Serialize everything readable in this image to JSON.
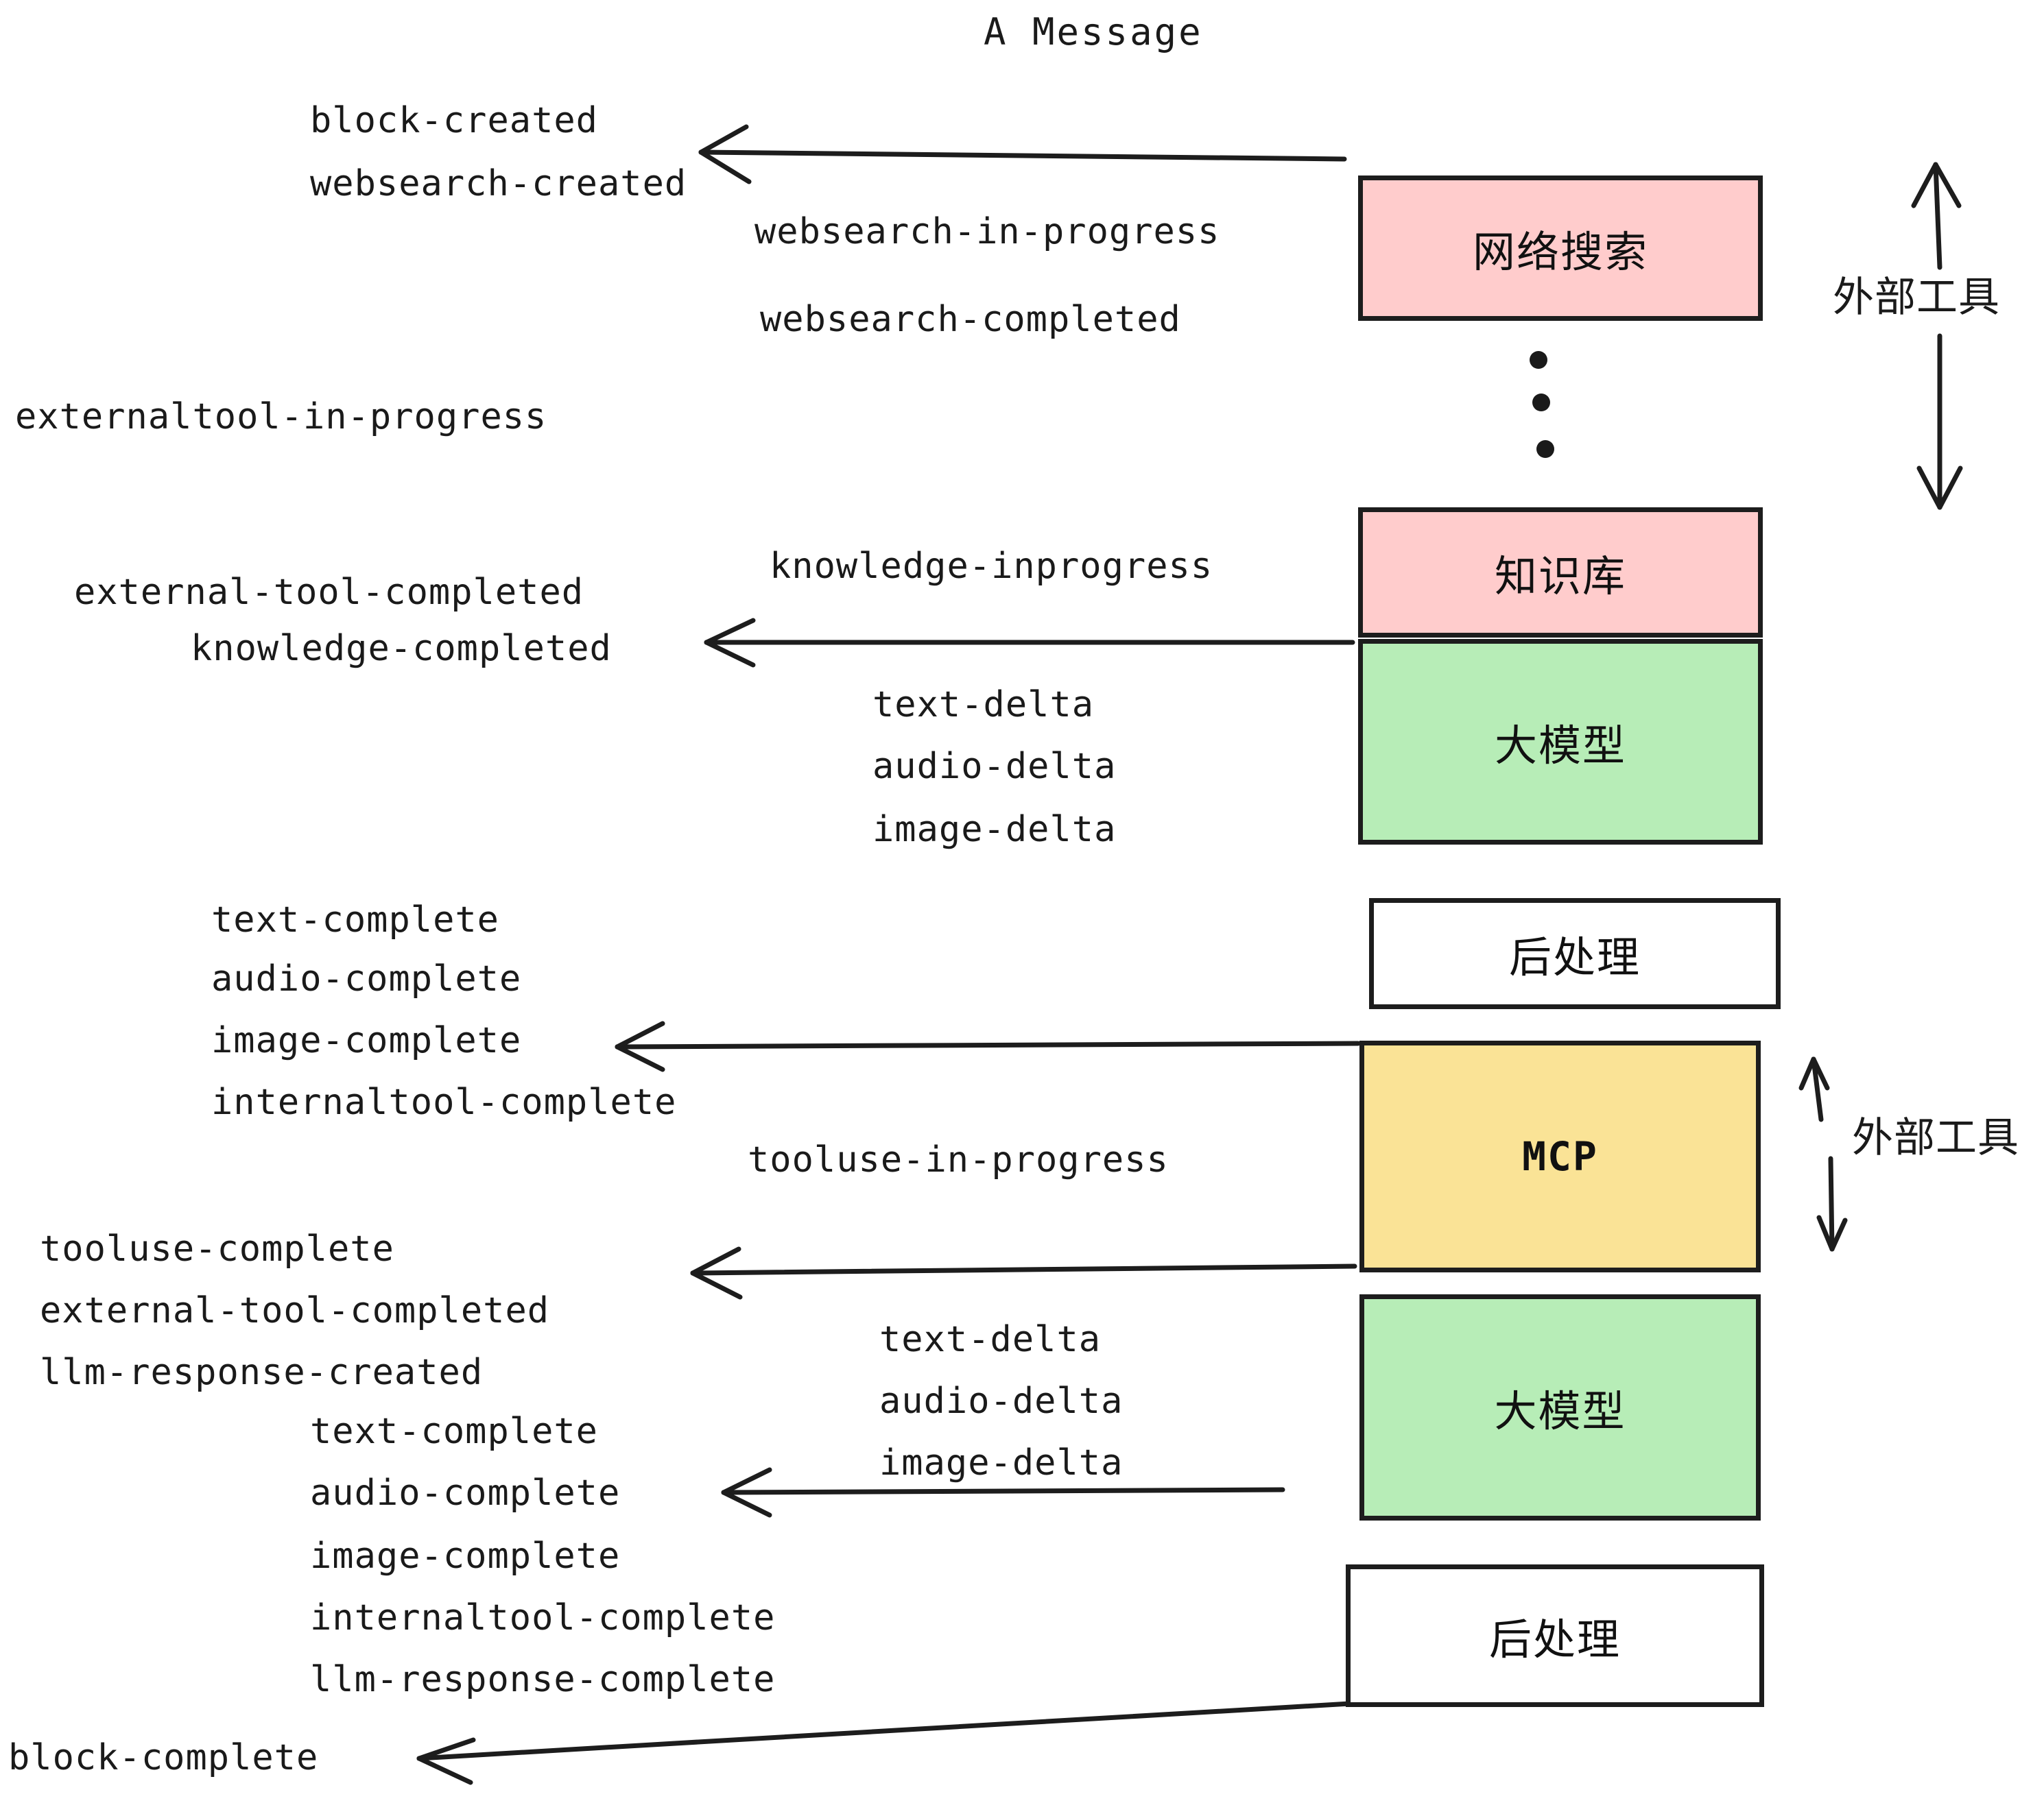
{
  "title": "A Message",
  "colors": {
    "pink": "#FFCCCC",
    "green": "#B7EDB7",
    "yellow": "#FAE396",
    "white": "#FFFFFF",
    "stroke": "#1D1D1D",
    "text": "#1A1A1A"
  },
  "nodes": [
    {
      "id": "websearch",
      "label": "网络搜索",
      "fill": "#FFCCCC",
      "mono": false
    },
    {
      "id": "knowledge",
      "label": "知识库",
      "fill": "#FFCCCC",
      "mono": false
    },
    {
      "id": "llm-1",
      "label": "大模型",
      "fill": "#B7EDB7",
      "mono": false
    },
    {
      "id": "postproc-1",
      "label": "后处理",
      "fill": "#FFFFFF",
      "mono": false
    },
    {
      "id": "mcp",
      "label": "MCP",
      "fill": "#FAE396",
      "mono": true
    },
    {
      "id": "llm-2",
      "label": "大模型",
      "fill": "#B7EDB7",
      "mono": false
    },
    {
      "id": "postproc-2",
      "label": "后处理",
      "fill": "#FFFFFF",
      "mono": false
    }
  ],
  "side_labels": [
    {
      "id": "external-tools-top",
      "label": "外部工具"
    },
    {
      "id": "external-tools-bottom",
      "label": "外部工具"
    }
  ],
  "events": [
    {
      "id": "block-created",
      "text": "block-created"
    },
    {
      "id": "websearch-created",
      "text": "websearch-created"
    },
    {
      "id": "websearch-in-progress",
      "text": "websearch-in-progress"
    },
    {
      "id": "websearch-completed",
      "text": "websearch-completed"
    },
    {
      "id": "externaltool-in-progress",
      "text": "externaltool-in-progress"
    },
    {
      "id": "knowledge-inprogress",
      "text": "knowledge-inprogress"
    },
    {
      "id": "external-tool-completed-1",
      "text": "external-tool-completed"
    },
    {
      "id": "knowledge-completed",
      "text": "knowledge-completed"
    },
    {
      "id": "text-delta-1",
      "text": "text-delta"
    },
    {
      "id": "audio-delta-1",
      "text": "audio-delta"
    },
    {
      "id": "image-delta-1",
      "text": "image-delta"
    },
    {
      "id": "text-complete-1",
      "text": "text-complete"
    },
    {
      "id": "audio-complete-1",
      "text": "audio-complete"
    },
    {
      "id": "image-complete-1",
      "text": "image-complete"
    },
    {
      "id": "internaltool-complete-1",
      "text": "internaltool-complete"
    },
    {
      "id": "tooluse-in-progress",
      "text": "tooluse-in-progress"
    },
    {
      "id": "tooluse-complete",
      "text": "tooluse-complete"
    },
    {
      "id": "external-tool-completed-2",
      "text": "external-tool-completed"
    },
    {
      "id": "llm-response-created",
      "text": "llm-response-created"
    },
    {
      "id": "text-delta-2",
      "text": "text-delta"
    },
    {
      "id": "audio-delta-2",
      "text": "audio-delta"
    },
    {
      "id": "image-delta-2",
      "text": "image-delta"
    },
    {
      "id": "text-complete-2",
      "text": "text-complete"
    },
    {
      "id": "audio-complete-2",
      "text": "audio-complete"
    },
    {
      "id": "image-complete-2",
      "text": "image-complete"
    },
    {
      "id": "internaltool-complete-2",
      "text": "internaltool-complete"
    },
    {
      "id": "llm-response-complete",
      "text": "llm-response-complete"
    },
    {
      "id": "block-complete",
      "text": "block-complete"
    }
  ]
}
